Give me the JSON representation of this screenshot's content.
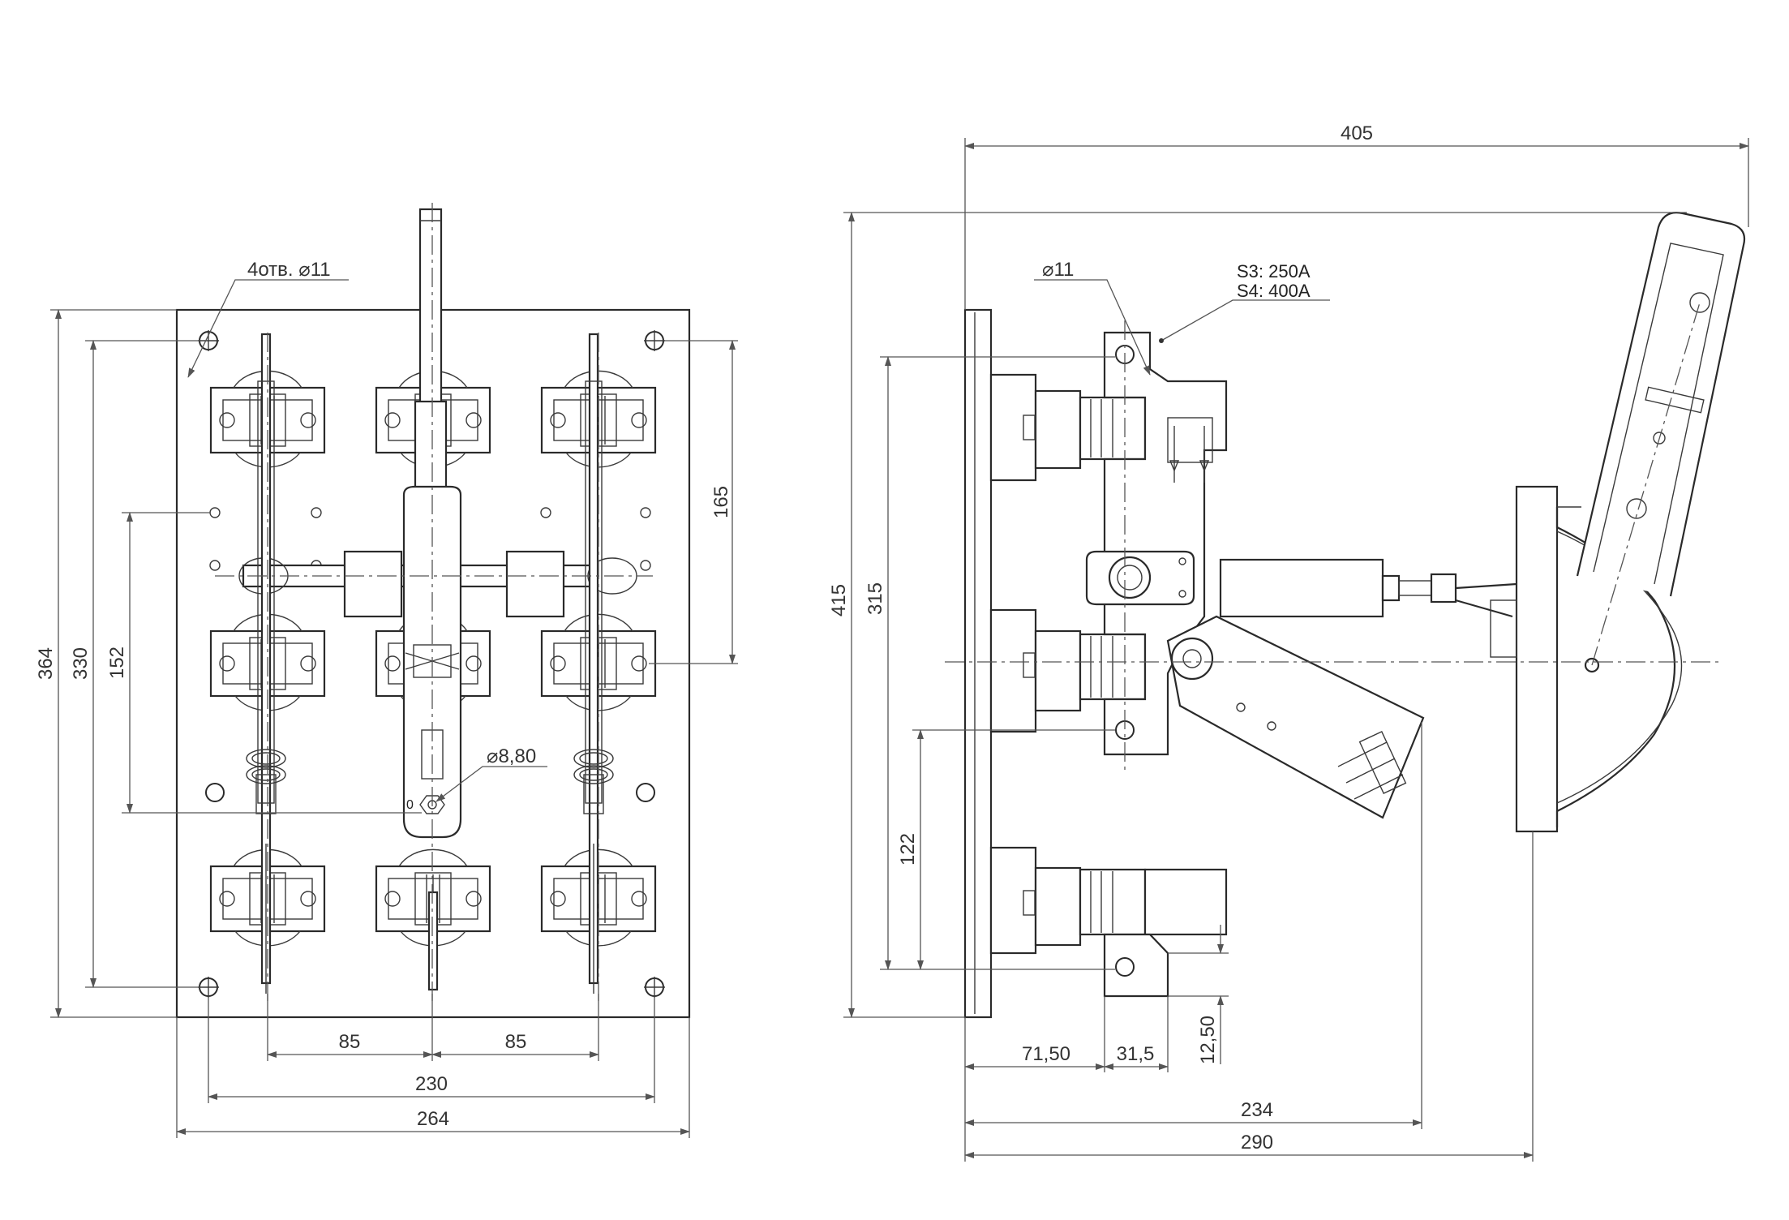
{
  "front_view": {
    "holes_note": "4отв. ⌀11",
    "handle_hole_label": "⌀8,80",
    "position_mark": "0",
    "dims": {
      "height_outer": "364",
      "height_holes": "330",
      "height_152": "152",
      "height_165": "165",
      "pitch_left": "85",
      "pitch_right": "85",
      "width_holes": "230",
      "width_outer": "264"
    }
  },
  "side_view": {
    "hole_label": "⌀11",
    "ratings": [
      "S3: 250A",
      "S4: 400A"
    ],
    "dims": {
      "total_length": "405",
      "total_height": "415",
      "height_315": "315",
      "height_122": "122",
      "dim_71_50": "71,50",
      "dim_31_5": "31,5",
      "dim_12_50": "12,50",
      "dim_234": "234",
      "dim_290": "290"
    }
  },
  "colors": {
    "line": "#2a2a2a",
    "dimension": "#555555",
    "text": "#333333",
    "background": "#ffffff"
  }
}
